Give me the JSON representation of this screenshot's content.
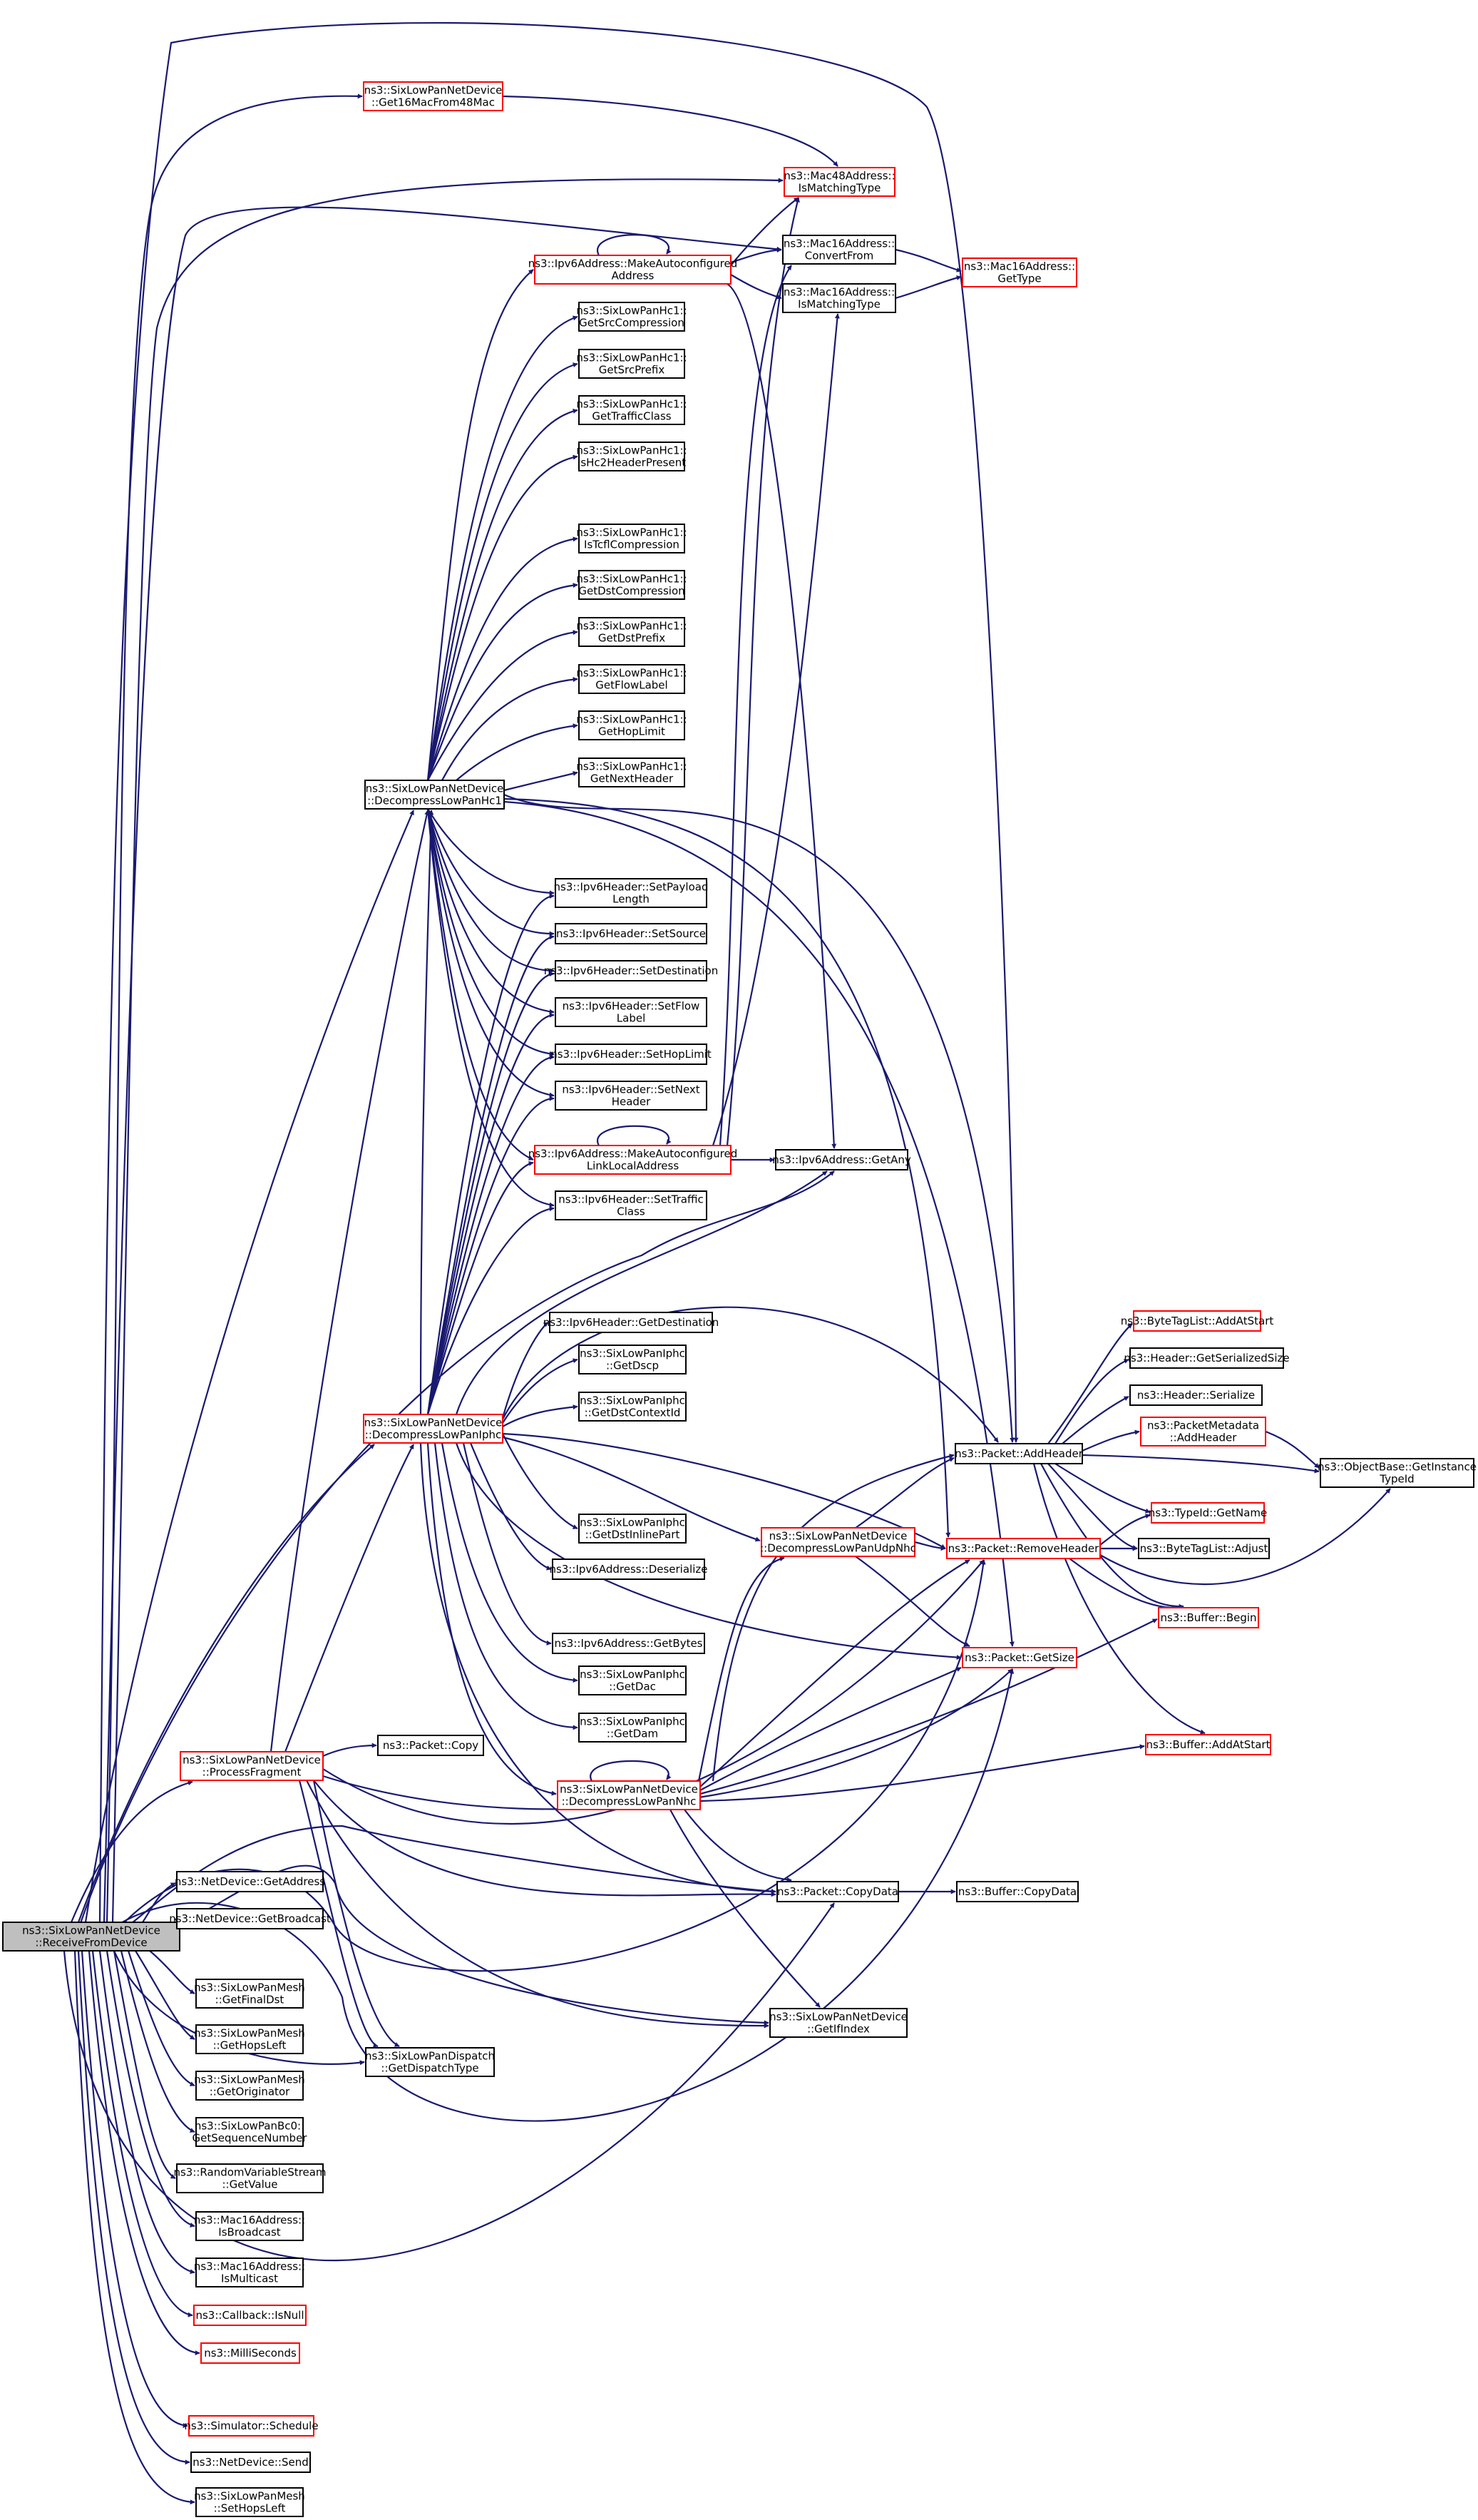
{
  "colors": {
    "edge": "#191970",
    "normal_border": "#000000",
    "red_border": "#ff0000",
    "root_fill": "#bfbfbf",
    "node_fill": "#ffffff"
  },
  "nodes": [
    {
      "id": "n0",
      "lines": [
        "ns3::SixLowPanNetDevice",
        "::ReceiveFromDevice"
      ],
      "style": "root"
    },
    {
      "id": "n1",
      "lines": [
        "ns3::SixLowPanNetDevice",
        "::Get16MacFrom48Mac"
      ],
      "style": "red"
    },
    {
      "id": "n2",
      "lines": [
        "ns3::Mac48Address::",
        "IsMatchingType"
      ],
      "style": "red"
    },
    {
      "id": "n3",
      "lines": [
        "ns3::Ipv6Address::MakeAutoconfigured",
        "Address"
      ],
      "style": "red"
    },
    {
      "id": "n4",
      "lines": [
        "ns3::Mac16Address::",
        "ConvertFrom"
      ],
      "style": "black"
    },
    {
      "id": "n5",
      "lines": [
        "ns3::Mac16Address::",
        "GetType"
      ],
      "style": "red"
    },
    {
      "id": "n6",
      "lines": [
        "ns3::Mac16Address::",
        "IsMatchingType"
      ],
      "style": "black"
    },
    {
      "id": "n7",
      "lines": [
        "ns3::SixLowPanHc1::",
        "GetSrcCompression"
      ],
      "style": "black"
    },
    {
      "id": "n8",
      "lines": [
        "ns3::SixLowPanHc1::",
        "GetSrcPrefix"
      ],
      "style": "black"
    },
    {
      "id": "n9",
      "lines": [
        "ns3::SixLowPanHc1::",
        "GetTrafficClass"
      ],
      "style": "black"
    },
    {
      "id": "n10",
      "lines": [
        "ns3::SixLowPanHc1::",
        "IsHc2HeaderPresent"
      ],
      "style": "black"
    },
    {
      "id": "n11",
      "lines": [
        "ns3::SixLowPanHc1::",
        "IsTcflCompression"
      ],
      "style": "black"
    },
    {
      "id": "n12",
      "lines": [
        "ns3::SixLowPanHc1::",
        "GetDstCompression"
      ],
      "style": "black"
    },
    {
      "id": "n13",
      "lines": [
        "ns3::SixLowPanHc1::",
        "GetDstPrefix"
      ],
      "style": "black"
    },
    {
      "id": "n14",
      "lines": [
        "ns3::SixLowPanHc1::",
        "GetFlowLabel"
      ],
      "style": "black"
    },
    {
      "id": "n15",
      "lines": [
        "ns3::SixLowPanHc1::",
        "GetHopLimit"
      ],
      "style": "black"
    },
    {
      "id": "n16",
      "lines": [
        "ns3::SixLowPanHc1::",
        "GetNextHeader"
      ],
      "style": "black"
    },
    {
      "id": "n17",
      "lines": [
        "ns3::SixLowPanNetDevice",
        "::DecompressLowPanHc1"
      ],
      "style": "black"
    },
    {
      "id": "n18",
      "lines": [
        "ns3::Ipv6Header::SetPayload",
        "Length"
      ],
      "style": "black"
    },
    {
      "id": "n19",
      "lines": [
        "ns3::Ipv6Header::SetSource"
      ],
      "style": "black"
    },
    {
      "id": "n20",
      "lines": [
        "ns3::Ipv6Header::SetDestination"
      ],
      "style": "black"
    },
    {
      "id": "n21",
      "lines": [
        "ns3::Ipv6Header::SetFlow",
        "Label"
      ],
      "style": "black"
    },
    {
      "id": "n22",
      "lines": [
        "ns3::Ipv6Header::SetHopLimit"
      ],
      "style": "black"
    },
    {
      "id": "n23",
      "lines": [
        "ns3::Ipv6Header::SetNext",
        "Header"
      ],
      "style": "black"
    },
    {
      "id": "n24",
      "lines": [
        "ns3::Ipv6Address::MakeAutoconfigured",
        "LinkLocalAddress"
      ],
      "style": "red"
    },
    {
      "id": "n25",
      "lines": [
        "ns3::Ipv6Address::GetAny"
      ],
      "style": "black"
    },
    {
      "id": "n26",
      "lines": [
        "ns3::Ipv6Header::SetTraffic",
        "Class"
      ],
      "style": "black"
    },
    {
      "id": "n27",
      "lines": [
        "ns3::Ipv6Header::GetDestination"
      ],
      "style": "black"
    },
    {
      "id": "n28",
      "lines": [
        "ns3::SixLowPanIphc",
        "::GetDscp"
      ],
      "style": "black"
    },
    {
      "id": "n29",
      "lines": [
        "ns3::SixLowPanIphc",
        "::GetDstContextId"
      ],
      "style": "black"
    },
    {
      "id": "n30",
      "lines": [
        "ns3::SixLowPanNetDevice",
        "::DecompressLowPanIphc"
      ],
      "style": "red"
    },
    {
      "id": "n31",
      "lines": [
        "ns3::ByteTagList::AddAtStart"
      ],
      "style": "red"
    },
    {
      "id": "n32",
      "lines": [
        "ns3::Header::GetSerializedSize"
      ],
      "style": "black"
    },
    {
      "id": "n33",
      "lines": [
        "ns3::Header::Serialize"
      ],
      "style": "black"
    },
    {
      "id": "n34",
      "lines": [
        "ns3::PacketMetadata",
        "::AddHeader"
      ],
      "style": "red"
    },
    {
      "id": "n35",
      "lines": [
        "ns3::Packet::AddHeader"
      ],
      "style": "black"
    },
    {
      "id": "n36",
      "lines": [
        "ns3::ObjectBase::GetInstance",
        "TypeId"
      ],
      "style": "black"
    },
    {
      "id": "n37",
      "lines": [
        "ns3::TypeId::GetName"
      ],
      "style": "red"
    },
    {
      "id": "n38",
      "lines": [
        "ns3::SixLowPanIphc",
        "::GetDstInlinePart"
      ],
      "style": "black"
    },
    {
      "id": "n39",
      "lines": [
        "ns3::SixLowPanNetDevice",
        "::DecompressLowPanUdpNhc"
      ],
      "style": "red"
    },
    {
      "id": "n40",
      "lines": [
        "ns3::Packet::RemoveHeader"
      ],
      "style": "red"
    },
    {
      "id": "n41",
      "lines": [
        "ns3::ByteTagList::Adjust"
      ],
      "style": "black"
    },
    {
      "id": "n42",
      "lines": [
        "ns3::Ipv6Address::Deserialize"
      ],
      "style": "black"
    },
    {
      "id": "n43",
      "lines": [
        "ns3::Buffer::Begin"
      ],
      "style": "red"
    },
    {
      "id": "n44",
      "lines": [
        "ns3::Ipv6Address::GetBytes"
      ],
      "style": "black"
    },
    {
      "id": "n45",
      "lines": [
        "ns3::Packet::GetSize"
      ],
      "style": "red"
    },
    {
      "id": "n46",
      "lines": [
        "ns3::SixLowPanIphc",
        "::GetDac"
      ],
      "style": "black"
    },
    {
      "id": "n47",
      "lines": [
        "ns3::SixLowPanIphc",
        "::GetDam"
      ],
      "style": "black"
    },
    {
      "id": "n48",
      "lines": [
        "ns3::Packet::Copy"
      ],
      "style": "black"
    },
    {
      "id": "n49",
      "lines": [
        "ns3::SixLowPanNetDevice",
        "::ProcessFragment"
      ],
      "style": "red"
    },
    {
      "id": "n50",
      "lines": [
        "ns3::Buffer::AddAtStart"
      ],
      "style": "red"
    },
    {
      "id": "n51",
      "lines": [
        "ns3::SixLowPanNetDevice",
        "::DecompressLowPanNhc"
      ],
      "style": "red"
    },
    {
      "id": "n52",
      "lines": [
        "ns3::NetDevice::GetAddress"
      ],
      "style": "black"
    },
    {
      "id": "n53",
      "lines": [
        "ns3::Packet::CopyData"
      ],
      "style": "black"
    },
    {
      "id": "n54",
      "lines": [
        "ns3::Buffer::CopyData"
      ],
      "style": "black"
    },
    {
      "id": "n55",
      "lines": [
        "ns3::NetDevice::GetBroadcast"
      ],
      "style": "black"
    },
    {
      "id": "n56",
      "lines": [
        "ns3::SixLowPanMesh",
        "::GetFinalDst"
      ],
      "style": "black"
    },
    {
      "id": "n57",
      "lines": [
        "ns3::SixLowPanNetDevice",
        "::GetIfIndex"
      ],
      "style": "black"
    },
    {
      "id": "n58",
      "lines": [
        "ns3::SixLowPanMesh",
        "::GetHopsLeft"
      ],
      "style": "black"
    },
    {
      "id": "n59",
      "lines": [
        "ns3::SixLowPanDispatch",
        "::GetDispatchType"
      ],
      "style": "black"
    },
    {
      "id": "n60",
      "lines": [
        "ns3::SixLowPanMesh",
        "::GetOriginator"
      ],
      "style": "black"
    },
    {
      "id": "n61",
      "lines": [
        "ns3::SixLowPanBc0::",
        "GetSequenceNumber"
      ],
      "style": "black"
    },
    {
      "id": "n62",
      "lines": [
        "ns3::RandomVariableStream",
        "::GetValue"
      ],
      "style": "black"
    },
    {
      "id": "n63",
      "lines": [
        "ns3::Mac16Address::",
        "IsBroadcast"
      ],
      "style": "black"
    },
    {
      "id": "n64",
      "lines": [
        "ns3::Mac16Address::",
        "IsMulticast"
      ],
      "style": "black"
    },
    {
      "id": "n65",
      "lines": [
        "ns3::Callback::IsNull"
      ],
      "style": "red"
    },
    {
      "id": "n66",
      "lines": [
        "ns3::MilliSeconds"
      ],
      "style": "red"
    },
    {
      "id": "n67",
      "lines": [
        "ns3::Simulator::Schedule"
      ],
      "style": "red"
    },
    {
      "id": "n68",
      "lines": [
        "ns3::NetDevice::Send"
      ],
      "style": "black"
    },
    {
      "id": "n69",
      "lines": [
        "ns3::SixLowPanMesh",
        "::SetHopsLeft"
      ],
      "style": "black"
    }
  ]
}
